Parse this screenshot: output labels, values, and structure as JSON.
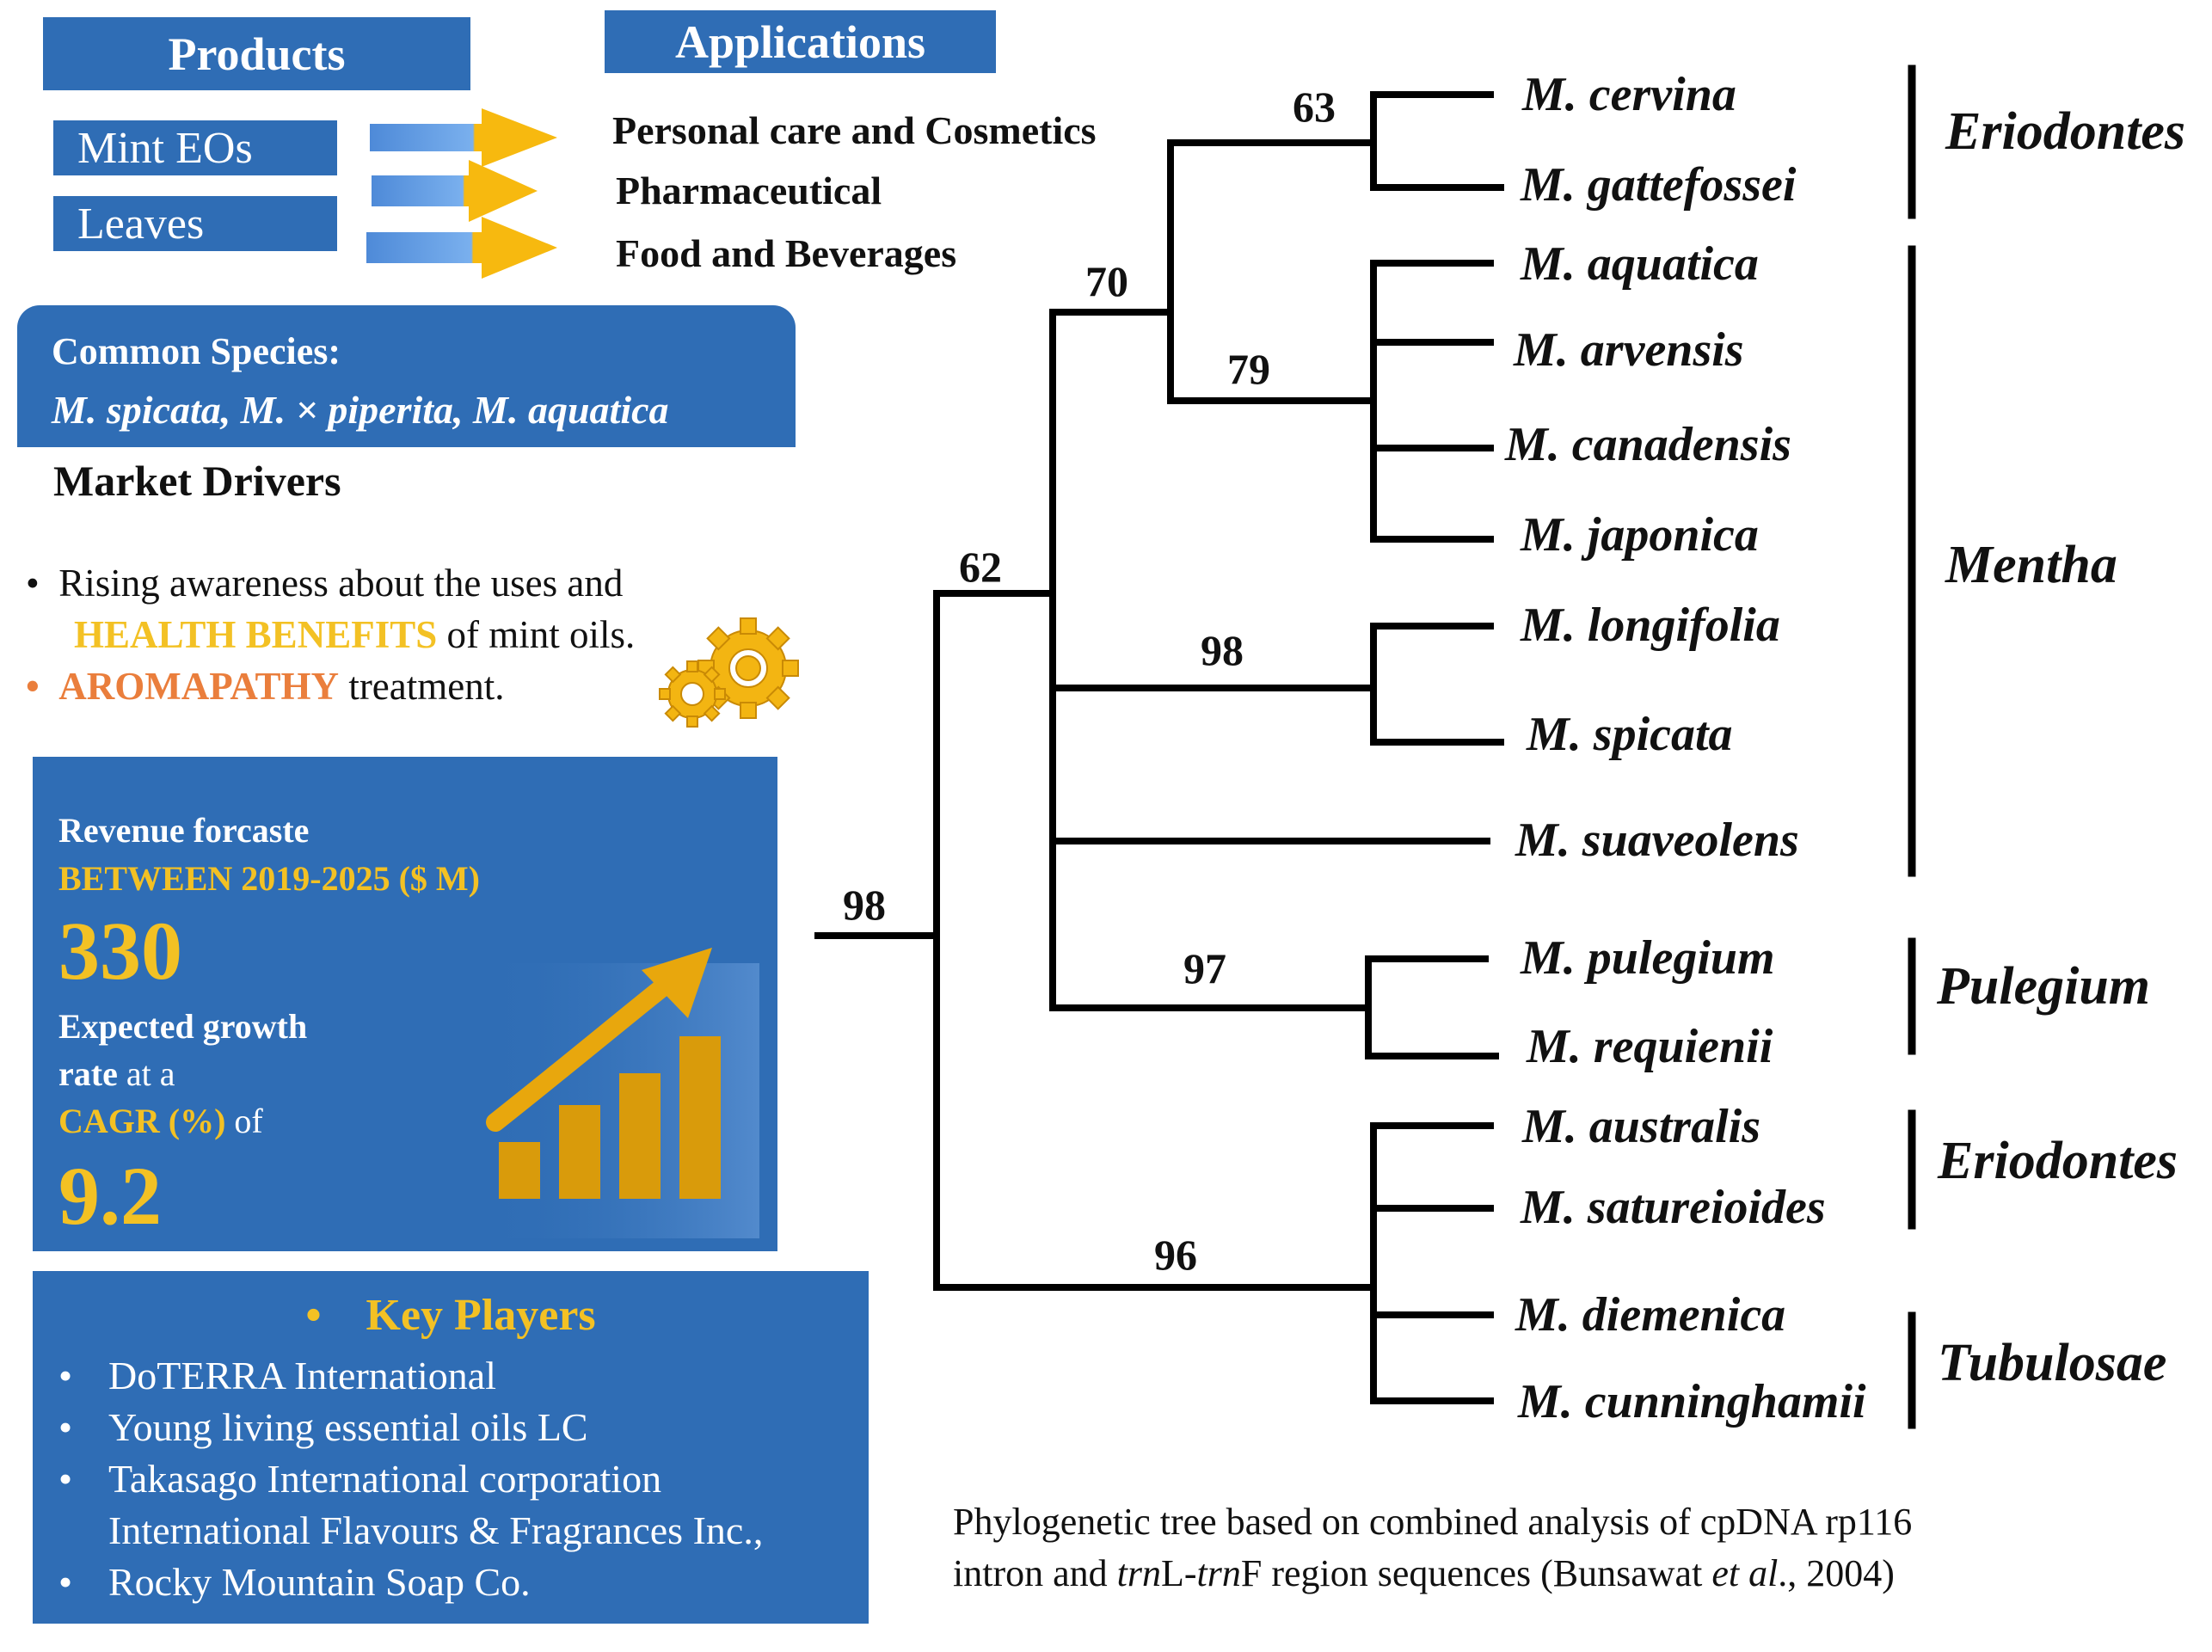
{
  "products": {
    "title": "Products",
    "items": [
      "Mint EOs",
      "Leaves"
    ]
  },
  "applications": {
    "title": "Applications",
    "items": [
      "Personal care and Cosmetics",
      "Pharmaceutical",
      "Food and Beverages"
    ]
  },
  "species": {
    "title": "Common Species:",
    "names": "M. spicata, M. × piperita, M. aquatica"
  },
  "market": {
    "title": "Market Drivers",
    "bullet1_pre": "Rising awareness about the uses and",
    "bullet1_highlight": "HEALTH BENEFITS",
    "bullet1_post": "of mint oils.",
    "bullet2_highlight": "AROMAPATHY",
    "bullet2_post": "treatment."
  },
  "revenue": {
    "title": "Revenue forcaste",
    "period": "BETWEEN 2019-2025 ($ M)",
    "value": "330",
    "growth_line1": "Expected growth",
    "growth_line2a": "rate",
    "growth_line2b": "at a",
    "cagr_label": "CAGR (%)",
    "cagr_of": "of",
    "cagr_value": "9.2"
  },
  "key_players": {
    "title": "Key Players",
    "items": [
      "DoTERRA International",
      "Young living essential oils LC",
      "Takasago International corporation",
      "International Flavours & Fragrances Inc.,",
      "Rocky Mountain Soap Co."
    ]
  },
  "tree": {
    "taxa": [
      "M. cervina",
      "M. gattefossei",
      "M. aquatica",
      "M. arvensis",
      "M. canadensis",
      "M. japonica",
      "M. longifolia",
      "M. spicata",
      "M. suaveolens",
      "M. pulegium",
      "M. requienii",
      "M. australis",
      "M. satureioides",
      "M. diemenica",
      "M. cunninghamii"
    ],
    "supports": [
      "63",
      "70",
      "79",
      "62",
      "98",
      "98",
      "97",
      "96"
    ],
    "clades": [
      "Eriodontes",
      "Mentha",
      "Pulegium",
      "Eriodontes",
      "Tubulosae"
    ]
  },
  "caption": {
    "line1": "Phylogenetic tree based on combined analysis of cpDNA rp116",
    "line2_a": "intron and ",
    "line2_b": "trn",
    "line2_c": "L-",
    "line2_d": "trn",
    "line2_e": "F region sequences (Bunsawat ",
    "line2_f": "et al",
    "line2_g": "., 2004)"
  },
  "colors": {
    "panel_blue": "#2f6db5",
    "highlight_yellow": "#f3c124",
    "highlight_orange": "#ea7e3c",
    "bar_gold": "#d99b0b",
    "arrow_yellow": "#f7b90f"
  }
}
